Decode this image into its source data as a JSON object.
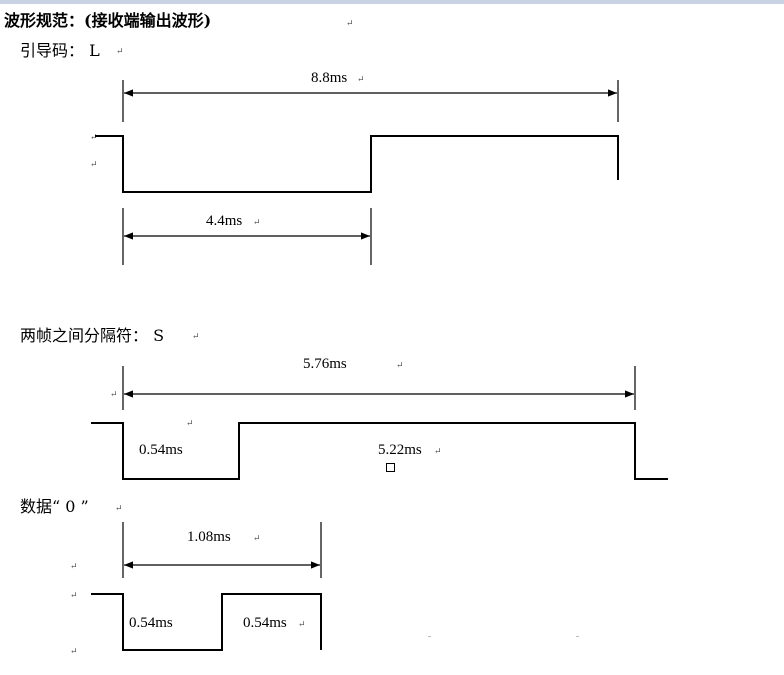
{
  "header": {
    "title": "波形规范：(接收端输出波形)"
  },
  "sections": {
    "leader": {
      "label": "引导码：  L"
    },
    "separator": {
      "label": "两帧之间分隔符：  S"
    },
    "data0": {
      "label": "数据“ 0 ”"
    }
  },
  "dimensions": {
    "leader_total": "8.8ms",
    "leader_low": "4.4ms",
    "sep_total": "5.76ms",
    "sep_low": "0.54ms",
    "sep_high": "5.22ms",
    "data0_total": "1.08ms",
    "data0_low": "0.54ms",
    "data0_high": "0.54ms"
  },
  "marks": {
    "return": "↵"
  }
}
